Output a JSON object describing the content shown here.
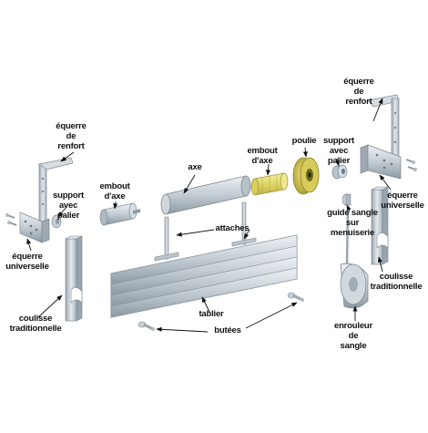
{
  "labels": {
    "equerre_renfort_right": "équerre\nde\nrenfort",
    "equerre_renfort_left": "équerre\nde\nrenfort",
    "poulie": "poulie",
    "support_palier_right": "support\navec palier",
    "support_palier_left": "support\navec palier",
    "embout_axe_right": "embout\nd'axe",
    "embout_axe_left": "embout\nd'axe",
    "axe": "axe",
    "equerre_universelle_right": "équerre\nuniverselle",
    "equerre_universelle_left": "équerre\nuniverselle",
    "guide_sangle": "guide sangle\nsur\nmenuiserie",
    "attaches": "attaches",
    "coulisse_right": "coulisse\ntraditionnelle",
    "coulisse_left": "coulisse\ntraditionnelle",
    "tablier": "tablier",
    "enrouleur": "enrouleur\nde\nsangle",
    "butees": "butées"
  },
  "colors": {
    "metal_light": "#dde3e8",
    "metal_mid": "#aeb9c2",
    "metal_dark": "#7d8a95",
    "embout_yellow": "#e6dc78",
    "poulie_yellow": "#cfc24a",
    "leader": "#111111"
  }
}
